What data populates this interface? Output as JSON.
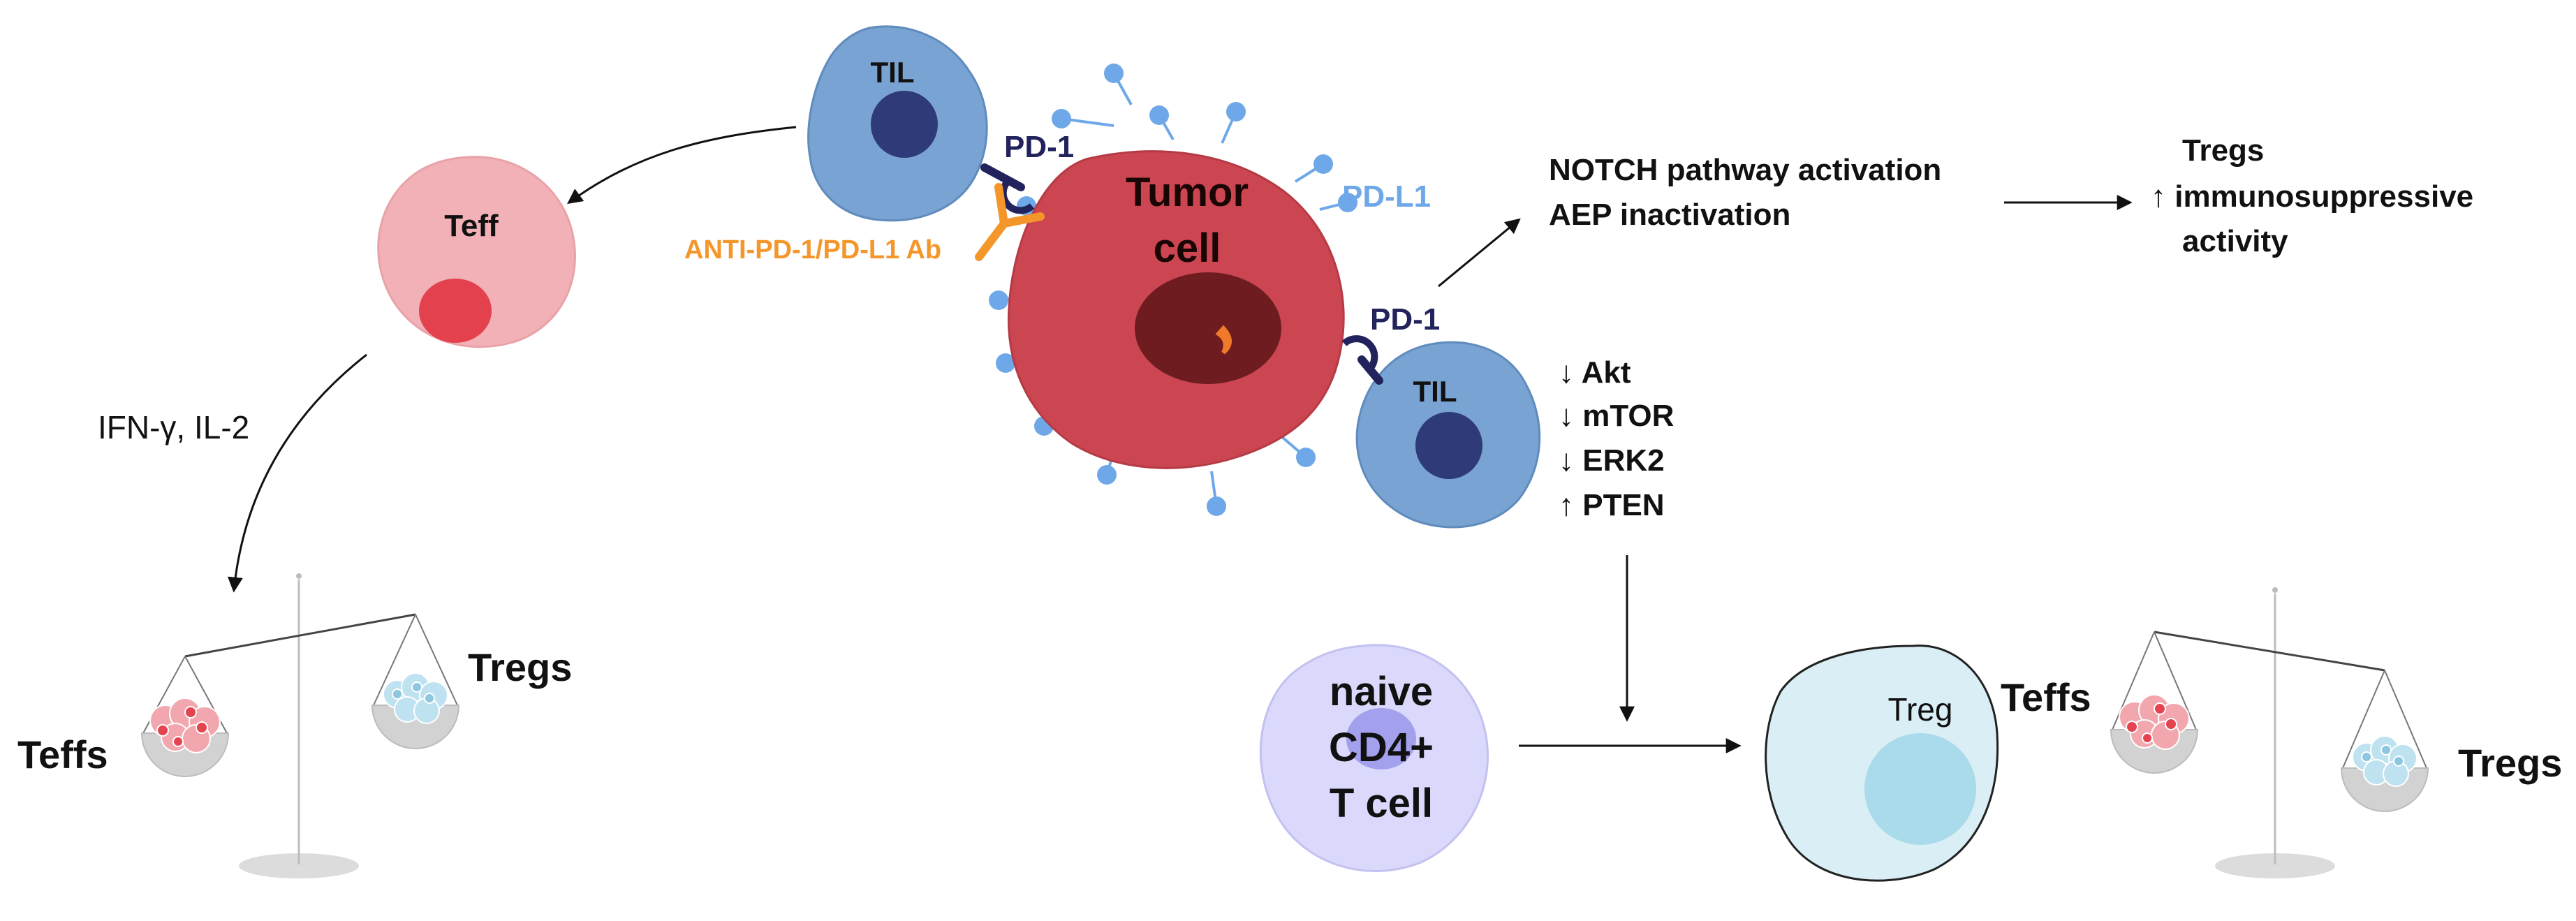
{
  "colors": {
    "til_blue": "#79a3d2",
    "til_nucleus": "#2f3a78",
    "tumor_red": "#cc4652",
    "tumor_nucleus": "#6e1c20",
    "receptor_blue": "#6fa8e8",
    "pd1_navy": "#22235d",
    "antibody_orange": "#f5962a",
    "teff_pink": "#f2b1b6",
    "teff_nucleus": "#e2414d",
    "treg_light": "#d9eef5",
    "treg_nucleus": "#a9dbea",
    "naive_lavender": "#dad9fb",
    "naive_nucleus": "#a3a0ee"
  },
  "labels": {
    "til_top": "TIL",
    "til_bottom": "TIL",
    "pd1_top": "PD-1",
    "pd1_bottom": "PD-1",
    "pdl1": "PD-L1",
    "antibody": "ANTI-PD-1/PD-L1 Ab",
    "tumor_line1": "Tumor",
    "tumor_line2": "cell",
    "teff_cell": "Teff",
    "cytokines": "IFN-γ, IL-2",
    "left_scale_heavy": "Teffs",
    "left_scale_light": "Tregs",
    "notch_line1": "NOTCH pathway activation",
    "notch_line2": "AEP inactivation",
    "outcome_line1": "Tregs",
    "outcome_line2": "↑ immunosuppressive",
    "outcome_line3": "activity",
    "signal_akt": "↓ Akt",
    "signal_mtor": "↓ mTOR",
    "signal_erk2": "↓ ERK2",
    "signal_pten": "↑ PTEN",
    "naive_line1": "naive",
    "naive_line2": "CD4+",
    "naive_line3": "T cell",
    "treg_cell": "Treg",
    "right_scale_light": "Teffs",
    "right_scale_heavy": "Tregs"
  }
}
